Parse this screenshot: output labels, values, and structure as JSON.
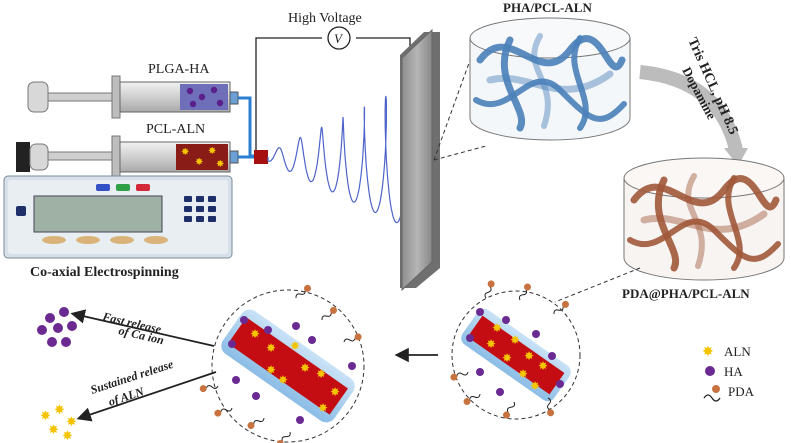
{
  "labels": {
    "high_voltage": "High Voltage",
    "voltmeter": "V",
    "syringe_top": "PLGA-HA",
    "syringe_bottom": "PCL-ALN",
    "device": "Co-axial Electrospinning",
    "scaffold_top": "PHA/PCL-ALN",
    "treatment_line1": "Tris HCL, pH 8.5",
    "treatment_line2": "Dopamine",
    "scaffold_bottom": "PDA@PHA/PCL-ALN",
    "release_fast_line1": "Fast release",
    "release_fast_line2": "of Ca ion",
    "release_sustained_line1": "Sustained release",
    "release_sustained_line2": "of ALN"
  },
  "legend": [
    {
      "label": "ALN",
      "symbol": "star",
      "color": "#f5c400"
    },
    {
      "label": "HA",
      "symbol": "circle",
      "color": "#6a2a91"
    },
    {
      "label": "PDA",
      "symbol": "lollipop",
      "color": "#c8733f"
    }
  ],
  "colors": {
    "fiber_blue": "#4a7fb8",
    "fiber_brown": "#a0583a",
    "core_red": "#c30d12",
    "shell_blue": "#9cc7ea",
    "collector": "#9a9a9a",
    "arrow_grey": "#b9b9b9",
    "spray": "#4d63c9"
  }
}
